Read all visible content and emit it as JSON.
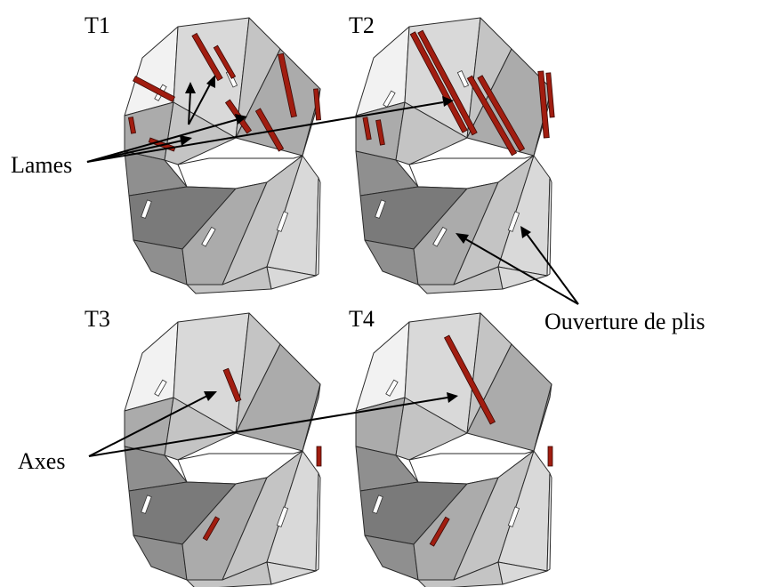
{
  "panels": [
    {
      "id": "T1",
      "label": "T1"
    },
    {
      "id": "T2",
      "label": "T2"
    },
    {
      "id": "T3",
      "label": "T3"
    },
    {
      "id": "T4",
      "label": "T4"
    }
  ],
  "annotations": {
    "lames": "Lames",
    "ouverture": "Ouverture de plis",
    "axes": "Axes"
  }
}
